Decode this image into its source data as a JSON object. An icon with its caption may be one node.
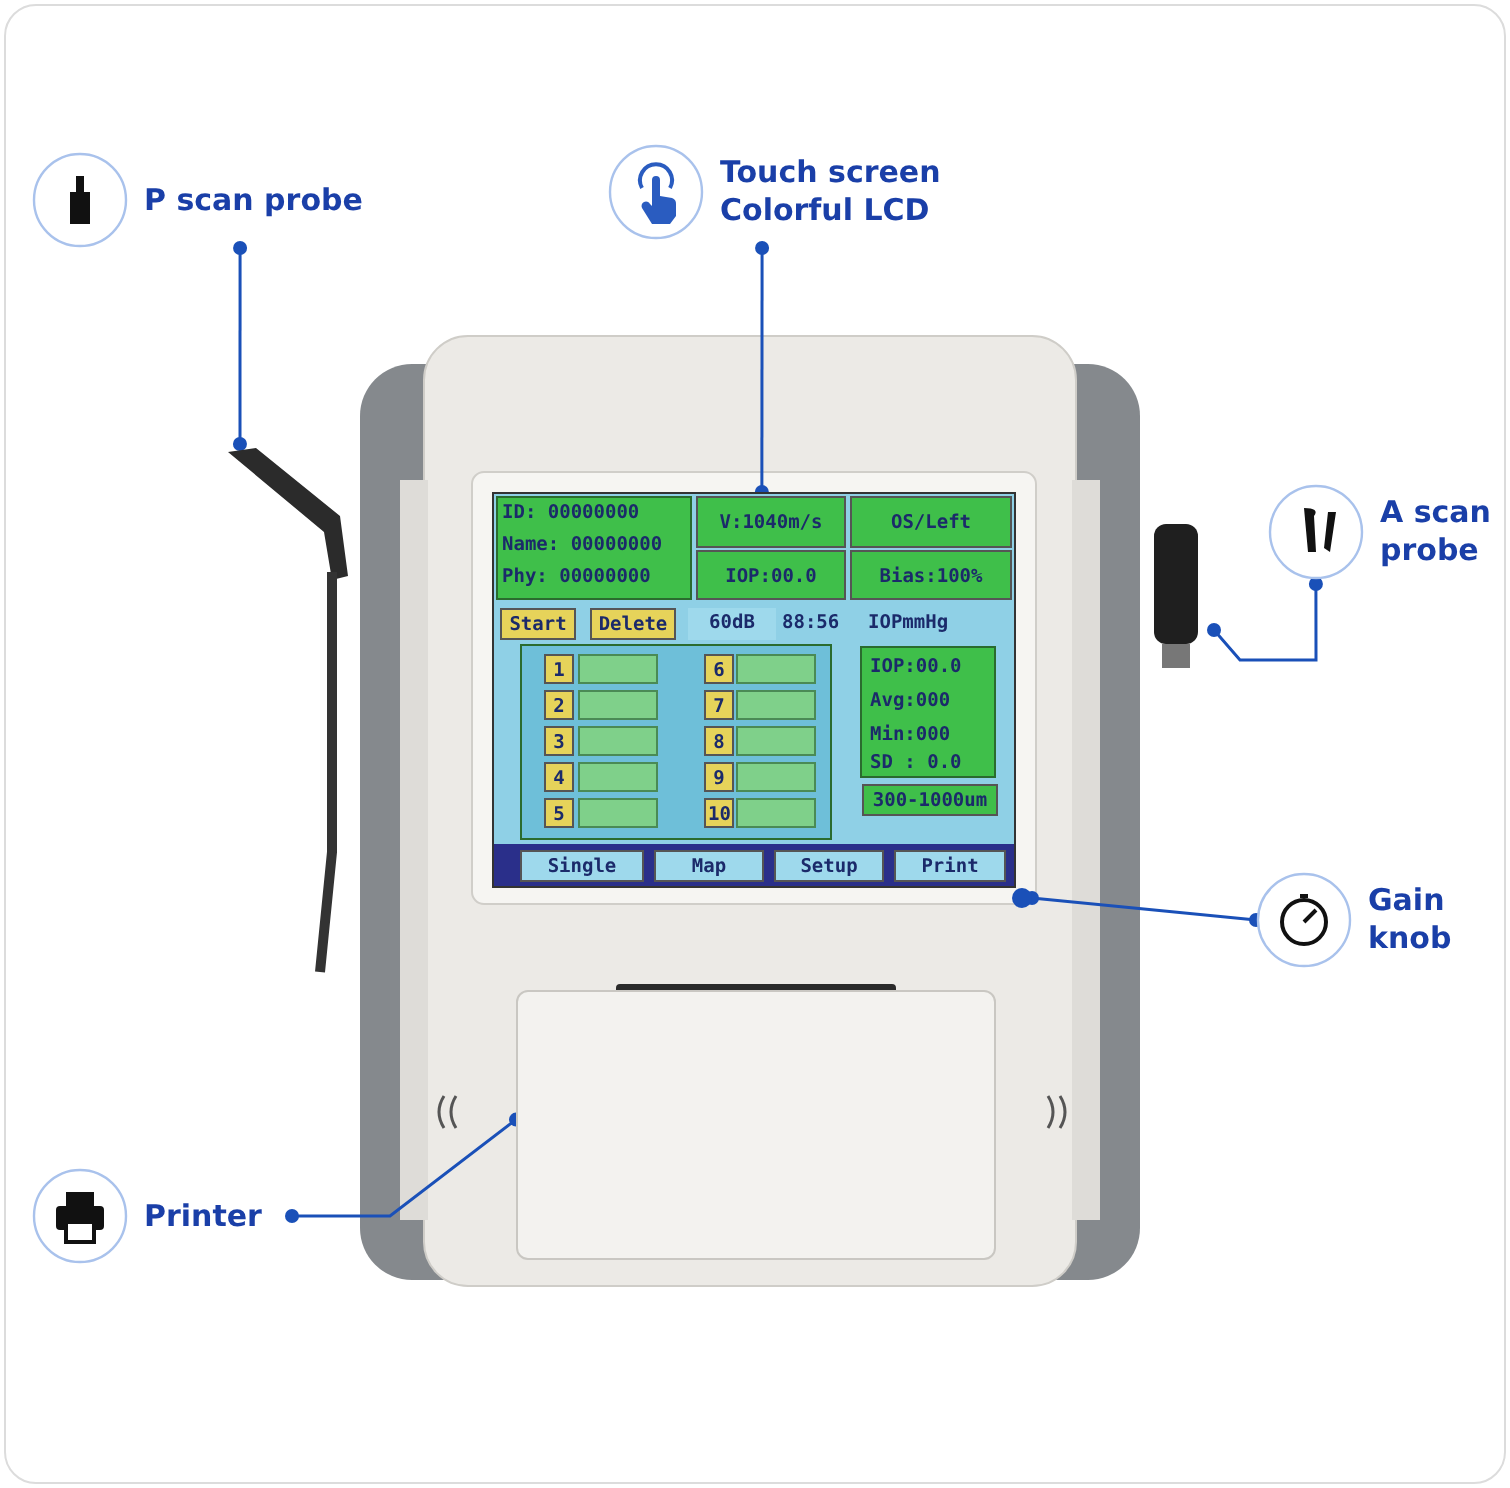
{
  "diagram": {
    "nodes": [
      {
        "text": [
          "P scan probe"
        ]
      },
      {
        "text": [
          "Touch screen Colorful LCD"
        ]
      },
      {
        "text": [
          "A scan probe"
        ]
      },
      {
        "text": [
          "Gain knob"
        ]
      },
      {
        "text": [
          "Printer"
        ]
      },
      {
        "text": [],
        "shape": "picture"
      },
      {
        "text": [],
        "shape": "picture"
      },
      {
        "text": [],
        "shape": "box"
      },
      {
        "text": [],
        "shape": "circle"
      },
      {
        "text": [],
        "shape": "box"
      }
    ],
    "edges": [
      {
        "from": 0,
        "to": 5,
        "arrow": "other"
      },
      {
        "from": 1,
        "to": 6,
        "arrow": "other"
      },
      {
        "from": 2,
        "to": 7,
        "arrow": "other"
      },
      {
        "from": 3,
        "to": 8,
        "arrow": "other"
      },
      {
        "from": 4,
        "to": 9,
        "arrow": "other"
      }
    ],
    "labels": [
      "ID: 00000000",
      "Name: 00000000",
      "Phy: 00000000",
      "V:1040m/s",
      "IOP:00.0",
      "OS/Left",
      "Bias:100%",
      "Start",
      "Delete",
      "60dB",
      "88:56",
      "IOPmmHg",
      "1",
      "6",
      "2",
      "7",
      "3",
      "8",
      "4",
      "9",
      "5",
      "10",
      "IOP:00.0",
      "Avg:000",
      "Min:000",
      "SD : 0.0",
      "300-1000um",
      "Single",
      "Map",
      "Setup",
      "Print"
    ]
  }
}
